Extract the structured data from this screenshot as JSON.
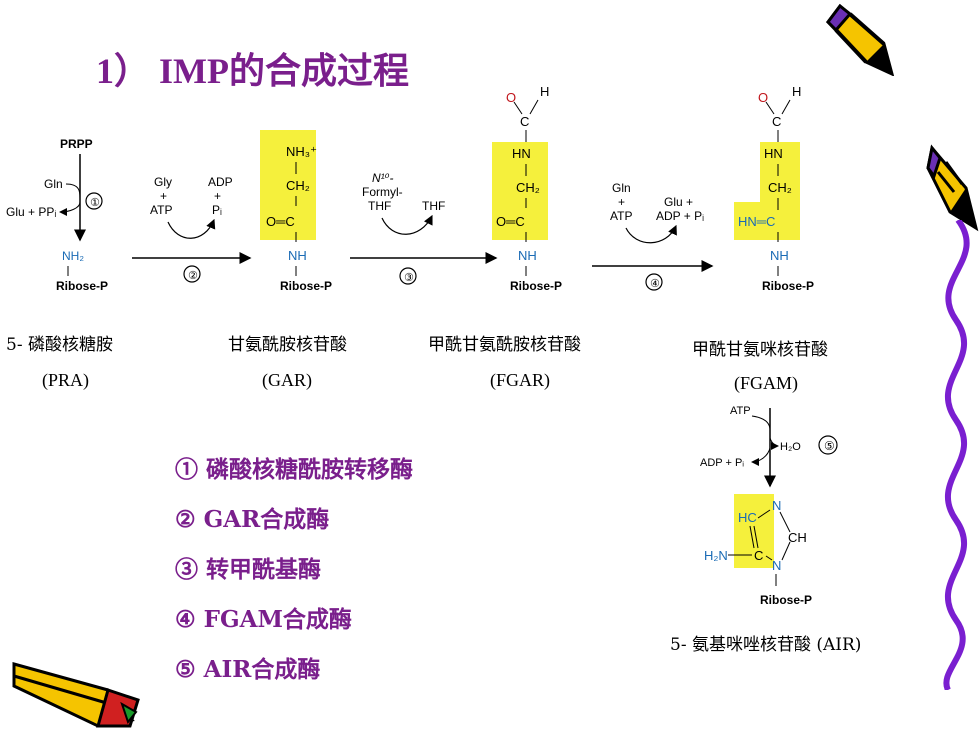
{
  "slide": {
    "title": "1） IMP的合成过程",
    "accent_color": "#7a1f8c",
    "highlight_color": "#f5f03c"
  },
  "molecules": [
    {
      "cn": "5- 磷酸核糖胺",
      "abbr": "(PRA)"
    },
    {
      "cn": "甘氨酰胺核苷酸",
      "abbr": "(GAR)"
    },
    {
      "cn": "甲酰甘氨酰胺核苷酸",
      "abbr": "(FGAR)"
    },
    {
      "cn": "甲酰甘氨咪核苷酸",
      "abbr": "(FGAM)"
    },
    {
      "cn": "5- 氨基咪唑核苷酸 (AIR)"
    }
  ],
  "enzymes": [
    "① 磷酸核糖酰胺转移酶",
    "② GAR合成酶",
    "③ 转甲酰基酶",
    "④ FGAM合成酶",
    "⑤ AIR合成酶"
  ],
  "diagram": {
    "prpp": "PRPP",
    "gln": "Gln",
    "glu_ppi": "Glu + PPᵢ",
    "nh2": "NH₂",
    "ribose_p": "Ribose-P",
    "gly": "Gly",
    "plus": "+",
    "atp": "ATP",
    "adp": "ADP",
    "pi": "Pᵢ",
    "n10": "N¹⁰-",
    "formyl": "Formyl-",
    "thf": "THF",
    "glu": "Glu +",
    "adp_pi": "ADP + Pᵢ",
    "h2o": "H₂O",
    "nh3": "NH₃⁺",
    "ch2": "CH₂",
    "carbonyl": "O═C",
    "nh": "NH",
    "hn": "HN",
    "c": "C",
    "o": "O",
    "h": "H",
    "hn_amidine": "HN═C",
    "hc": "HC",
    "n": "N",
    "ch": "CH",
    "h2n": "H₂N",
    "step1": "①",
    "step2": "②",
    "step3": "③",
    "step4": "④",
    "step5": "⑤"
  }
}
